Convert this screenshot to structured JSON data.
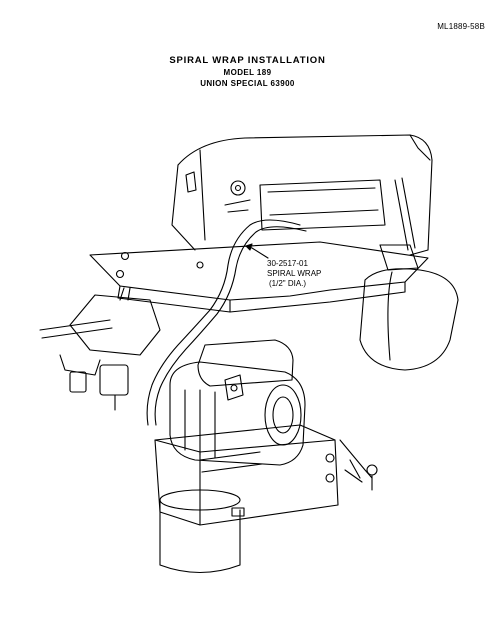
{
  "document": {
    "code": "ML1889-58B",
    "title": "SPIRAL WRAP INSTALLATION",
    "model": "MODEL 189",
    "machine": "UNION SPECIAL 63900"
  },
  "callout": {
    "part_number": "30-2517-01",
    "part_name": "SPIRAL WRAP",
    "part_size": "(1/2\" DIA.)"
  }
}
